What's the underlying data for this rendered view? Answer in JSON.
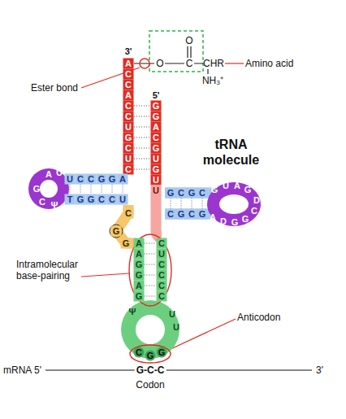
{
  "diagram": {
    "title": "tRNA molecule",
    "labels": [
      "O",
      "3'",
      "O",
      "C",
      "CHR",
      "Amino acid",
      "NH₃⁺",
      "Ester bond",
      "5'",
      "A",
      "C",
      "C",
      "A",
      "C",
      "C",
      "U",
      "G",
      "C",
      "U",
      "C",
      "G",
      "G",
      "A",
      "C",
      "G",
      "U",
      "G",
      "U",
      "U",
      "A",
      "U",
      "U",
      "C",
      "C",
      "G",
      "G",
      "A",
      "G",
      "C",
      "Ψ",
      "T",
      "G",
      "G",
      "C",
      "C",
      "U",
      "G",
      "C",
      "G",
      "C",
      "G",
      "U",
      "A",
      "G",
      "D",
      "A",
      "D",
      "G",
      "G",
      "C",
      "C",
      "G",
      "C",
      "G",
      "C",
      "G",
      "G",
      "A",
      "A",
      "G",
      "G",
      "A",
      "G",
      "C",
      "U",
      "C",
      "C",
      "C",
      "C",
      "Ψ",
      "U",
      "U",
      "C",
      "G",
      "G",
      "Intramolecular base-pairing",
      "Anticodon",
      "mRNA 5'",
      "G-C-C",
      "3'",
      "Codon"
    ]
  }
}
